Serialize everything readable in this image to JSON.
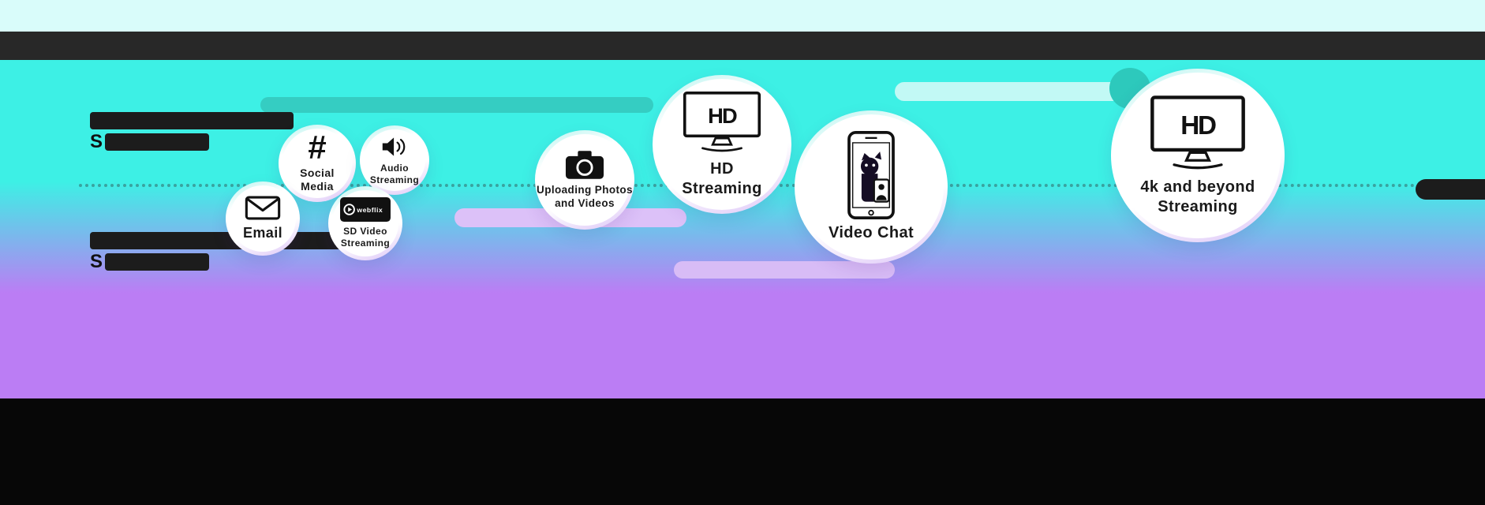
{
  "theme": {
    "bg_cyan": "#3df0e5",
    "bg_purple": "#bb7df4",
    "top_strip": "#d9fcfa",
    "top_bar": "#282828",
    "bottom_bar": "#070707",
    "pill_teal": "#35cdc2",
    "pill_cyan_light": "#c2f9f5",
    "pill_lavender": "#dcc1f8",
    "pill_dark": "#1c1c1c",
    "text_dark": "#1a1a1a"
  },
  "left_text": {
    "top_prefix": "S",
    "bottom_prefix": "S"
  },
  "bubbles": [
    {
      "label": "Email"
    },
    {
      "label": "Social Media",
      "icon_text": "#"
    },
    {
      "label": "Audio Streaming"
    },
    {
      "label": "SD Video Streaming",
      "icon_text": "webflix"
    },
    {
      "label": "Uploading Photos and Videos"
    },
    {
      "label": "HD Streaming",
      "icon_text": "HD"
    },
    {
      "label": "Video Chat"
    },
    {
      "label": "4k and beyond Streaming",
      "icon_text": "HD"
    }
  ]
}
